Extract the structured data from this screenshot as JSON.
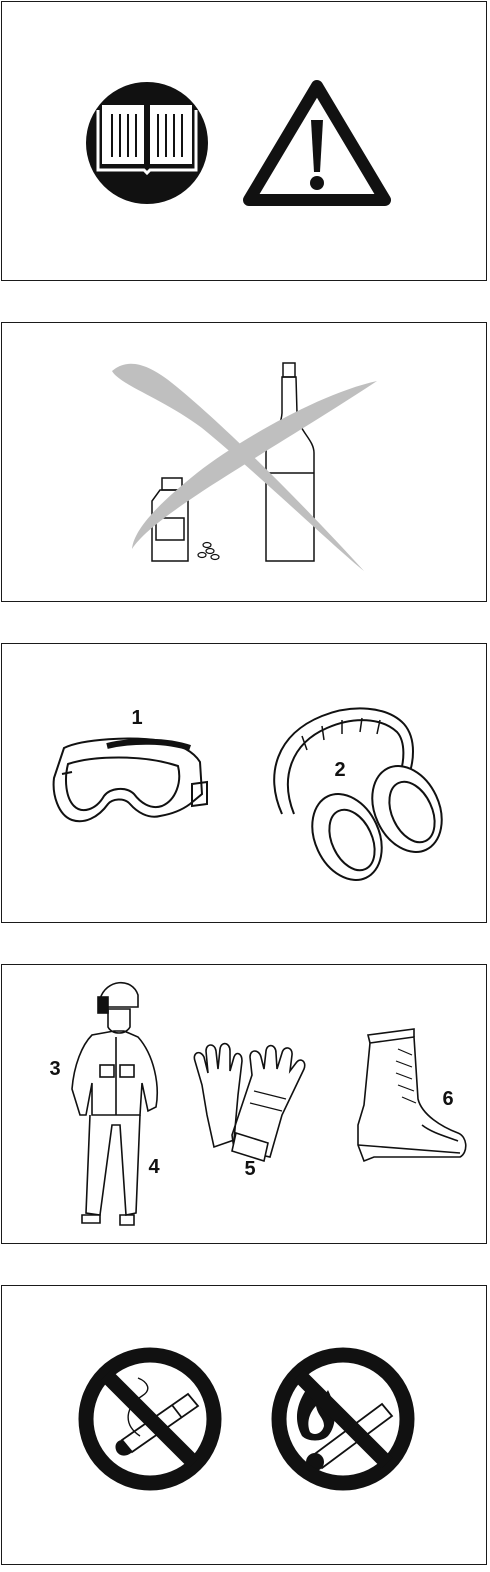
{
  "ppe_labels": {
    "goggles": "1",
    "ear_protection": "2",
    "jacket": "3",
    "trousers": "4",
    "gloves": "5",
    "boots": "6"
  },
  "colors": {
    "ink": "#111111",
    "cross": "#bfbfbf"
  }
}
